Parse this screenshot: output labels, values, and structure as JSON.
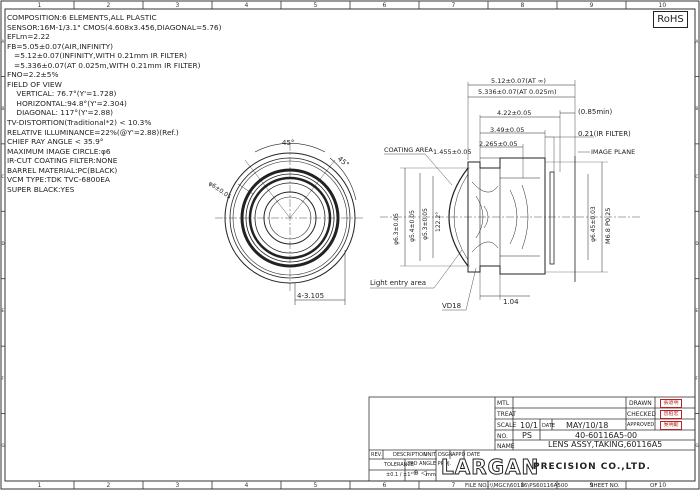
{
  "rohs": "RoHS",
  "zones_top": [
    "1",
    "2",
    "3",
    "4",
    "5",
    "6",
    "7",
    "8",
    "9",
    "10"
  ],
  "zones_side": [
    "A",
    "B",
    "C",
    "D",
    "E",
    "F",
    "G"
  ],
  "spec": [
    "COMPOSITION:6 ELEMENTS,ALL PLASTIC",
    "SENSOR:16M-1/3.1\" CMOS(4.608x3.456,DIAGONAL=5.76)",
    "EFLm=2.22",
    "FB=5.05±0.07(AIR,INFINITY)",
    "   =5.12±0.07(INFINITY,WITH 0.21mm IR FILTER)",
    "   =5.336±0.07(AT 0.025m,WITH 0.21mm IR FILTER)",
    "FNO=2.2±5%",
    "FIELD OF VIEW",
    "    VERTICAL: 76.7°(Y'=1.728)",
    "    HORIZONTAL:94.8°(Y'=2.304)",
    "    DIAGONAL: 117°(Y'=2.88)",
    "TV-DISTORTION(Traditional*2) < 10.3%",
    "RELATIVE ILLUMINANCE=22%(@Y'=2.88)(Ref.)",
    "CHIEF RAY ANGLE < 35.9°",
    "MAXIMUM IMAGE CIRCLE:φ6",
    "IR-CUT COATING FILTER:NONE",
    "BARREL MATERIAL:PC(BLACK)",
    "VCM TYPE:TDK TVC-6800EA",
    "SUPER BLACK:YES"
  ],
  "front_view": {
    "angle_1": "45°",
    "angle_2": "45°",
    "diameter": "φ6±0.05",
    "pitch": "4-3.105"
  },
  "side_view": {
    "dim_fb_at": "5.12±0.07(AT ∞)",
    "dim_fb_near": "5.336±0.07(AT 0.025m)",
    "dim_4_22": "4.22±0.05",
    "dim_0_85": "(0.85min)",
    "dim_3_49": "3.49±0.05",
    "dim_ir": "0.21(IR FILTER)",
    "dim_2_265": "2.265±0.05",
    "dim_1_455": "1.455±0.05",
    "coating": "COATING AREA",
    "image_plane": "IMAGE PLANE",
    "d_6_3": "φ6.3±0.05",
    "d_5_4": "φ5.4±0.05",
    "d_5_3": "φ5.3±0.05",
    "d_122": "122.2°",
    "d_6_45": "φ6.45±0.03",
    "thread": "M6.8 P0.25",
    "light_entry": "Light entry area",
    "vd": "VD18",
    "dim_1_04": "1.04"
  },
  "title_block": {
    "mtl_label": "MTL",
    "treat_label": "TREAT",
    "scale_label": "SCALE",
    "scale_value": "10/1",
    "date_label": "DATE",
    "date_value": "MAY/10/18",
    "approved_label": "APPROVED",
    "no_label": "NO.",
    "no_value": "PS",
    "drawing_no": "40-60116A5-00",
    "name_label": "NAME",
    "name_value": "LENS ASSY,TAKING,60116A5",
    "drawn_label": "DRAWN",
    "checked_label": "CHECKED",
    "stamp_1": "張道明",
    "stamp_2": "曾柏宏",
    "stamp_3": "吳明勳",
    "rev_label": "REV.",
    "description_label": "DESCRIPTION",
    "dsgn_label": "DSGN",
    "appd_label": "APPD",
    "date_col_label": "DATE",
    "tolerance_label": "TOLERANCE",
    "tolerance_value": "±0.1 / ±1°",
    "angle_label": "3RD ANGLE PROJ.",
    "unit_label": "UNIT",
    "unit_value": "mm",
    "logo": "LARGAN",
    "brand": "PRECISION CO.,LTD.",
    "file_no": "FILE NO.:\\\\MGCI\\60116\\PS60116A500",
    "sheet_no": "SHEET NO.",
    "sheet_value": "OF"
  }
}
